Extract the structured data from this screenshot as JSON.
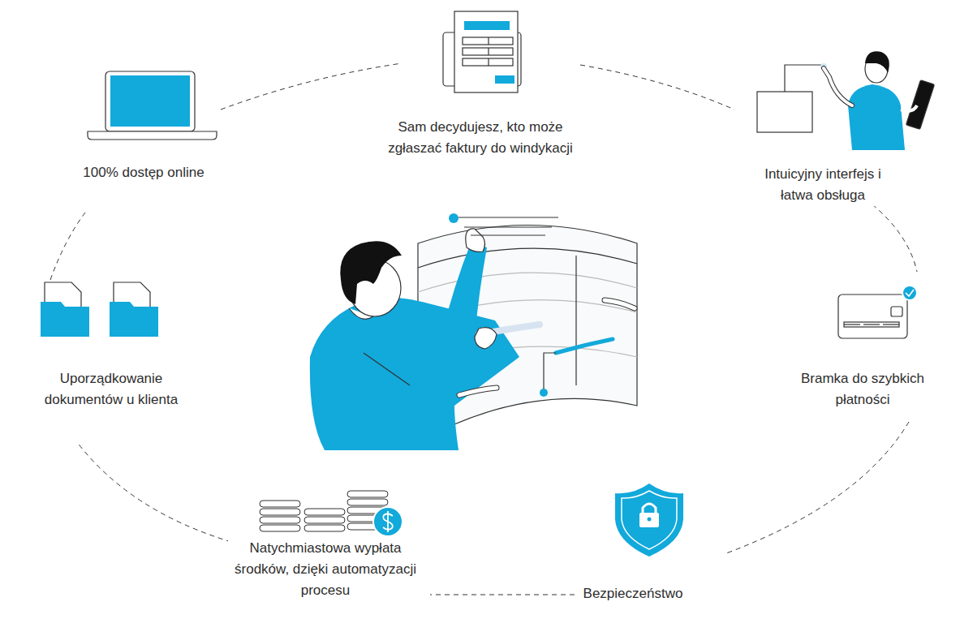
{
  "diagram": {
    "labels": [
      "100% dostęp online",
      "Sam decydujesz, kto może zgłaszać faktury do windykacji",
      "Intuicyjny interfejs i łatwa obsługa",
      "Uporządkowanie dokumentów u klienta",
      "Bramka do szybkich płatności",
      "Natychmiastowa wypłata środków, dzięki automatyzacji procesu",
      "Bezpieczeństwo"
    ]
  }
}
